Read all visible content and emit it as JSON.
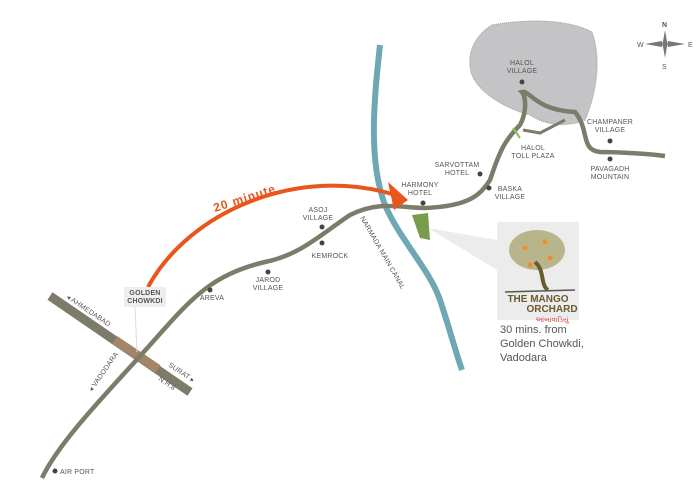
{
  "colors": {
    "road": "#7d7b6a",
    "river": "#6fa7b4",
    "arrow": "#e8561c",
    "halol": "#c4c4c6",
    "junction": "#a38667",
    "orchard": "#7a9a4c"
  },
  "compass": {
    "n": "N",
    "s": "S",
    "e": "E",
    "w": "W"
  },
  "places": {
    "halol": [
      "HALOL",
      "VILLAGE"
    ],
    "champaner": [
      "CHAMPANER",
      "VILLAGE"
    ],
    "pavagadh": [
      "PAVAGADH",
      "MOUNTAIN"
    ],
    "toll": [
      "HALOL",
      "TOLL PLAZA"
    ],
    "sarvottam": [
      "SARVOTTAM",
      "HOTEL"
    ],
    "harmony": [
      "HARMONY",
      "HOTEL"
    ],
    "baska": [
      "BASKA",
      "VILLAGE"
    ],
    "asoj": [
      "ASOJ",
      "VILLAGE"
    ],
    "kemrock": "KEMROCK",
    "jarod": [
      "JAROD",
      "VILLAGE"
    ],
    "areva": "AREVA",
    "golden": [
      "GOLDEN",
      "CHOWKDI"
    ],
    "airport": "AIR PORT"
  },
  "roads": {
    "ahmedabad": "◂ AHMEDABAD",
    "vadodara": "◂ VADODARA",
    "surat": "SURAT ▸",
    "nh8": "N.H.8",
    "canal": "NARMADA MAIN CANAL"
  },
  "travel_time": "20 minute",
  "logo": {
    "line1": "THE MANGO",
    "line2": "ORCHARD",
    "gujarati": "આંબાવાડિયું"
  },
  "info": [
    "30 mins. from",
    "Golden Chowkdi,",
    "Vadodara"
  ]
}
